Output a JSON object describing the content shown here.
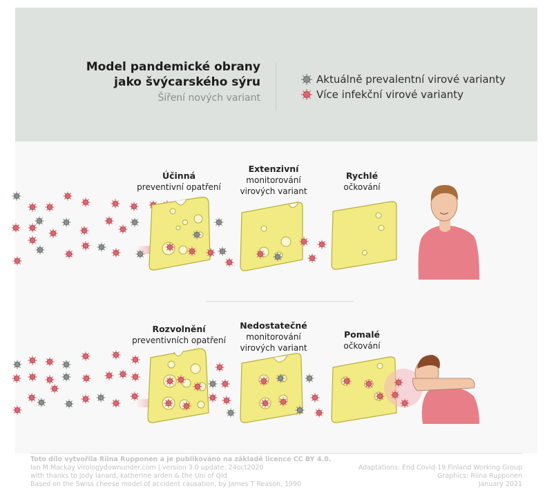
{
  "header": {
    "title_line1": "Model pandemické obrany",
    "title_line2": "jako švýcarského sýru",
    "subtitle": "Šíření nových variant"
  },
  "legend": [
    {
      "label": "Aktuálně prevalentní virové varianty",
      "color": "#8a918c"
    },
    {
      "label": "Více infekční virové varianty",
      "color": "#e2646e"
    }
  ],
  "top_row": {
    "layers": [
      {
        "bold": "Účinná",
        "normal": "preventivní opatření"
      },
      {
        "bold": "Extenzivní",
        "normal": "monitorování virových variant"
      },
      {
        "bold": "Rychlé",
        "normal": "očkování"
      }
    ]
  },
  "bottom_row": {
    "layers": [
      {
        "bold": "Rozvolnění",
        "normal": "preventivních opatření"
      },
      {
        "bold": "Nedostatečné",
        "normal": "monitorování virových variant"
      },
      {
        "bold": "Pomalé",
        "normal": "očkování"
      }
    ]
  },
  "footer": {
    "license": "Toto dílo vytvořila Riina Rupponen a je publikováno na základě licence CC BY 4.0.",
    "line2": "Ian M Mackay virologydownunder.com | version 3.0 update: 24oct2020",
    "line3": "with thanks to jody lanard, katherine arden & the Uni of Qld",
    "line4": "Based on the Swiss cheese model of accident causation, by James T Reason, 1990",
    "right1": "Adaptations: End Covid-19 Finland Working Group",
    "right2": "Graphics: Riina Rupponen",
    "right3": "January 2021"
  },
  "colors": {
    "header_bg": "#dde2df",
    "cheese": "#f2ea83",
    "cheese_edge": "#b8ad3c",
    "virus_gray": "#8a918c",
    "virus_red": "#e2646e",
    "skin": "#f2c6a8",
    "shirt": "#e87f88"
  }
}
